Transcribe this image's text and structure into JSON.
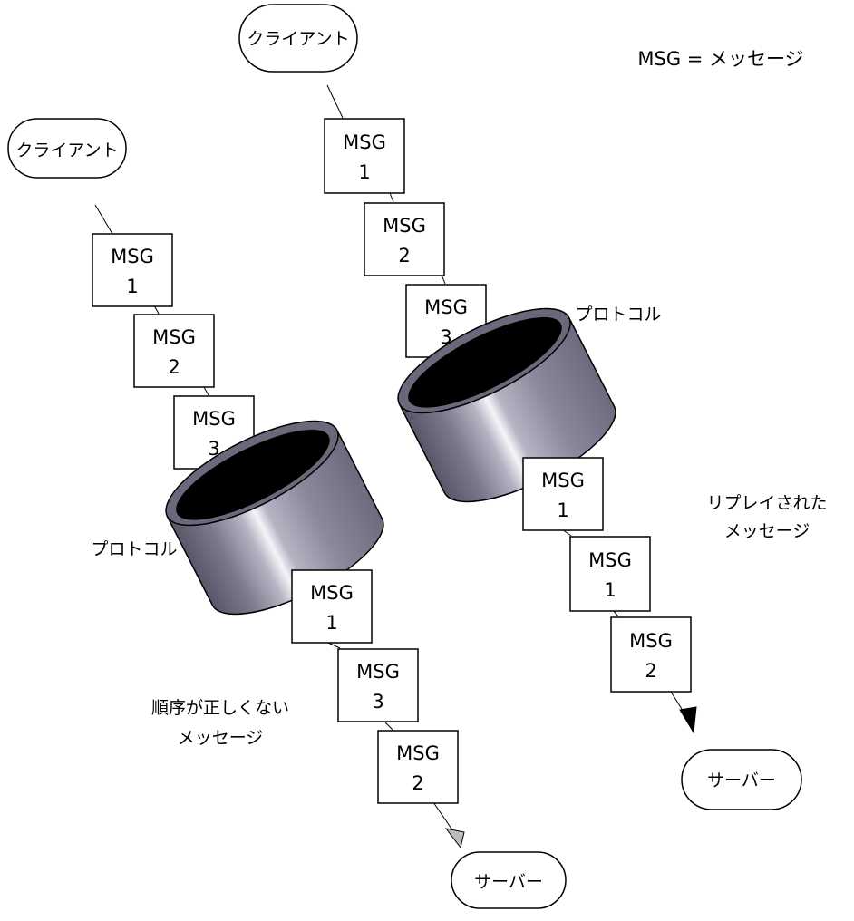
{
  "legend": "MSG = メッセージ",
  "left_scenario": {
    "client": "クライアント",
    "msgs_before": [
      {
        "label": "MSG",
        "num": "1"
      },
      {
        "label": "MSG",
        "num": "2"
      },
      {
        "label": "MSG",
        "num": "3"
      }
    ],
    "protocol": "プロトコル",
    "msgs_after": [
      {
        "label": "MSG",
        "num": "1"
      },
      {
        "label": "MSG",
        "num": "3"
      },
      {
        "label": "MSG",
        "num": "2"
      }
    ],
    "note_line1": "順序が正しくない",
    "note_line2": "メッセージ",
    "server": "サーバー"
  },
  "right_scenario": {
    "client": "クライアント",
    "msgs_before": [
      {
        "label": "MSG",
        "num": "1"
      },
      {
        "label": "MSG",
        "num": "2"
      },
      {
        "label": "MSG",
        "num": "3"
      }
    ],
    "protocol": "プロトコル",
    "msgs_after": [
      {
        "label": "MSG",
        "num": "1"
      },
      {
        "label": "MSG",
        "num": "1"
      },
      {
        "label": "MSG",
        "num": "2"
      }
    ],
    "note_line1": "リプレイされた",
    "note_line2": "メッセージ",
    "server": "サーバー"
  },
  "colors": {
    "stroke": "#000000",
    "cylinder_dark": "#6e6c80",
    "cylinder_light": "#f2f2f6",
    "arrow_left": "#bdbdbd",
    "arrow_right": "#000000"
  }
}
